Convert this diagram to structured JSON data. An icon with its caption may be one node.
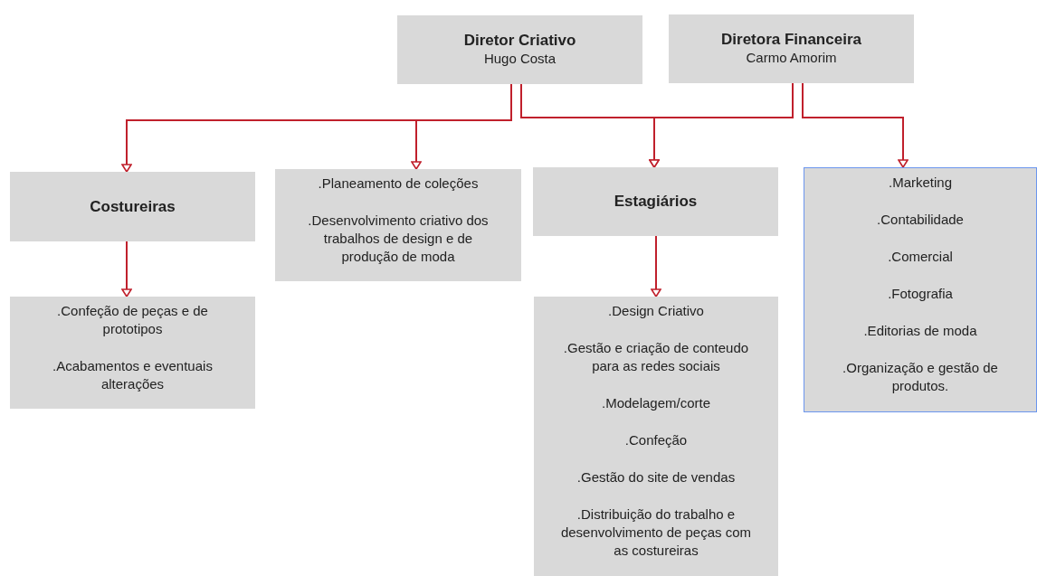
{
  "diagram": {
    "nodes": [
      {
        "text": [
          "Diretor Criativo",
          "Hugo Costa"
        ]
      },
      {
        "text": [
          "Diretora Financeira",
          "Carmo Amorim"
        ]
      },
      {
        "text": [
          "Costureiras"
        ]
      },
      {
        "text": [
          ".Planeamento de coleções",
          ".Desenvolvimento criativo dos trabalhos de design e de produção de moda"
        ]
      },
      {
        "text": [
          "Estagiários"
        ]
      },
      {
        "text": [
          ".Marketing",
          ".Contabilidade",
          ".Comercial",
          ".Fotografia",
          ".Editorias de moda",
          ".Organização e gestão de produtos."
        ]
      },
      {
        "text": [
          ".Confeção de peças e de prototipos",
          ".Acabamentos e eventuais alterações"
        ]
      },
      {
        "text": [
          ".Design Criativo",
          ".Gestão e criação de conteudo para as redes sociais",
          ".Modelagem/corte",
          ".Confeção",
          ".Gestão do site de vendas",
          ".Distribuição do trabalho e desenvolvimento de peças com as costureiras"
        ]
      }
    ],
    "edges": [
      {
        "from": 0,
        "to": 2,
        "arrow": "to"
      },
      {
        "from": 0,
        "to": 3,
        "arrow": "to"
      },
      {
        "from": 0,
        "to": 4,
        "arrow": "to"
      },
      {
        "from": 1,
        "to": 4,
        "arrow": "to"
      },
      {
        "from": 1,
        "to": 5,
        "arrow": "to"
      },
      {
        "from": 2,
        "to": 6,
        "arrow": "to"
      },
      {
        "from": 4,
        "to": 7,
        "arrow": "to"
      }
    ]
  }
}
